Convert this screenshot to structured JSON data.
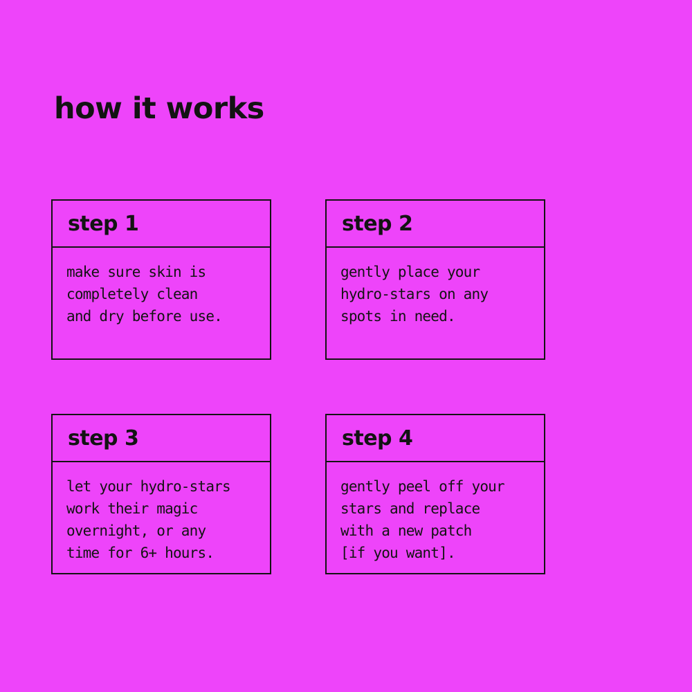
{
  "page": {
    "title": "how it works",
    "background_color": "#EE44FA",
    "text_color": "#131313"
  },
  "steps": [
    {
      "label": "step 1",
      "description": "make sure skin is\ncompletely clean\nand dry before use."
    },
    {
      "label": "step 2",
      "description": "gently place your\nhydro-stars on any\nspots in need."
    },
    {
      "label": "step 3",
      "description": "let your hydro-stars\nwork their magic\novernight, or any\ntime for 6+ hours."
    },
    {
      "label": "step 4",
      "description": "gently peel off your\nstars and replace\nwith a new patch\n[if you want]."
    }
  ]
}
